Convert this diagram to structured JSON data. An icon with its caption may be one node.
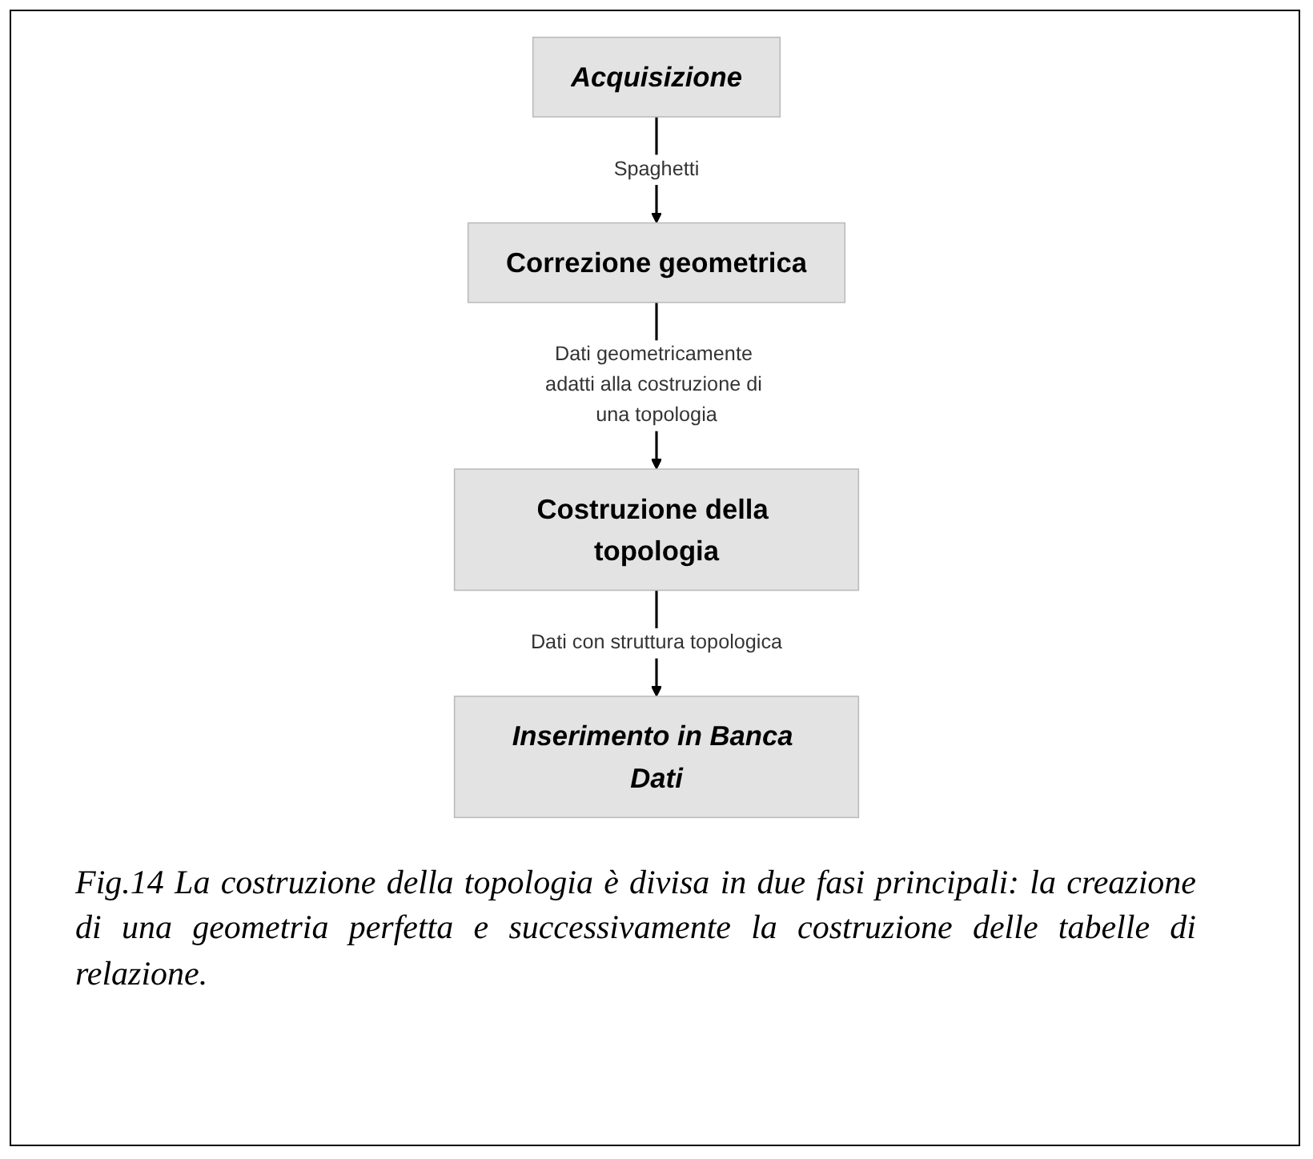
{
  "diagram": {
    "caption": "Fig.14 La costruzione della topologia è divisa in due fasi principali: la creazione di una geometria perfetta e successivamente la costruzione delle tabelle di relazione.",
    "nodes": [
      {
        "text": [
          "Acquisizione"
        ]
      },
      {
        "text": [
          "Correzione geometrica"
        ]
      },
      {
        "text": [
          "Costruzione della topologia"
        ]
      },
      {
        "text": [
          "Inserimento in Banca Dati"
        ]
      }
    ],
    "edges": [
      {
        "from": 0,
        "to": 1,
        "arrow": "to",
        "label": "Spaghetti"
      },
      {
        "from": 1,
        "to": 2,
        "arrow": "to",
        "label": "Dati geometricamente adatti alla costruzione di una topologia"
      },
      {
        "from": 2,
        "to": 3,
        "arrow": "to",
        "label": "Dati con struttura topologica"
      }
    ]
  }
}
